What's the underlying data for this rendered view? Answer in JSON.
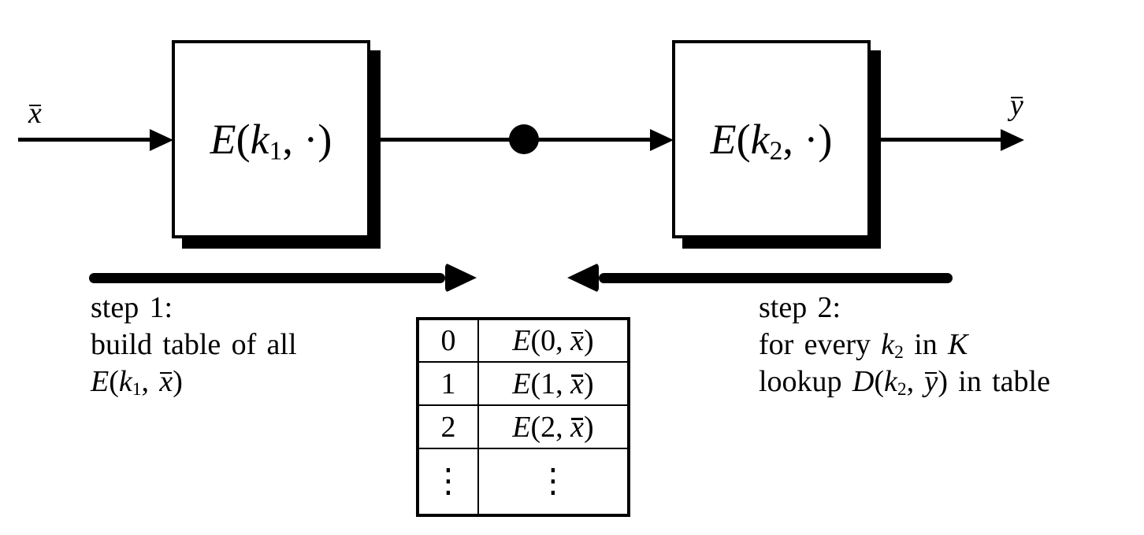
{
  "colors": {
    "ink": "#000000",
    "background": "#ffffff"
  },
  "io": {
    "input_letter": "x",
    "output_letter": "y"
  },
  "boxes": {
    "box1": {
      "fn": "E",
      "open": "(",
      "key": "k",
      "key_sub": "1",
      "close": ", ·)"
    },
    "box2": {
      "fn": "E",
      "open": "(",
      "key": "k",
      "key_sub": "2",
      "close": ", ·)"
    }
  },
  "steps": {
    "step1": {
      "line1": "step 1:",
      "line2": "build table of all",
      "line3": {
        "fn": "E",
        "open": "(",
        "key": "k",
        "key_sub": "1",
        "sep": ", ",
        "arg": "x",
        "close": ")"
      }
    },
    "step2": {
      "line1": "step 2:",
      "line2": {
        "prefix": "for every ",
        "key": "k",
        "key_sub": "2",
        "mid": " in ",
        "set": "K"
      },
      "line3": {
        "prefix": "lookup ",
        "fn": "D",
        "open": "(",
        "key": "k",
        "key_sub": "2",
        "sep": ", ",
        "arg": "y",
        "close": ")",
        "suffix": " in table"
      }
    }
  },
  "table": {
    "rows": [
      {
        "index": "0",
        "fn": "E",
        "pre": "(0, ",
        "arg": "x",
        "close": ")"
      },
      {
        "index": "1",
        "fn": "E",
        "pre": "(1, ",
        "arg": "x",
        "close": ")"
      },
      {
        "index": "2",
        "fn": "E",
        "pre": "(2, ",
        "arg": "x",
        "close": ")"
      },
      {
        "index": "⋮",
        "value": "⋮"
      }
    ]
  }
}
